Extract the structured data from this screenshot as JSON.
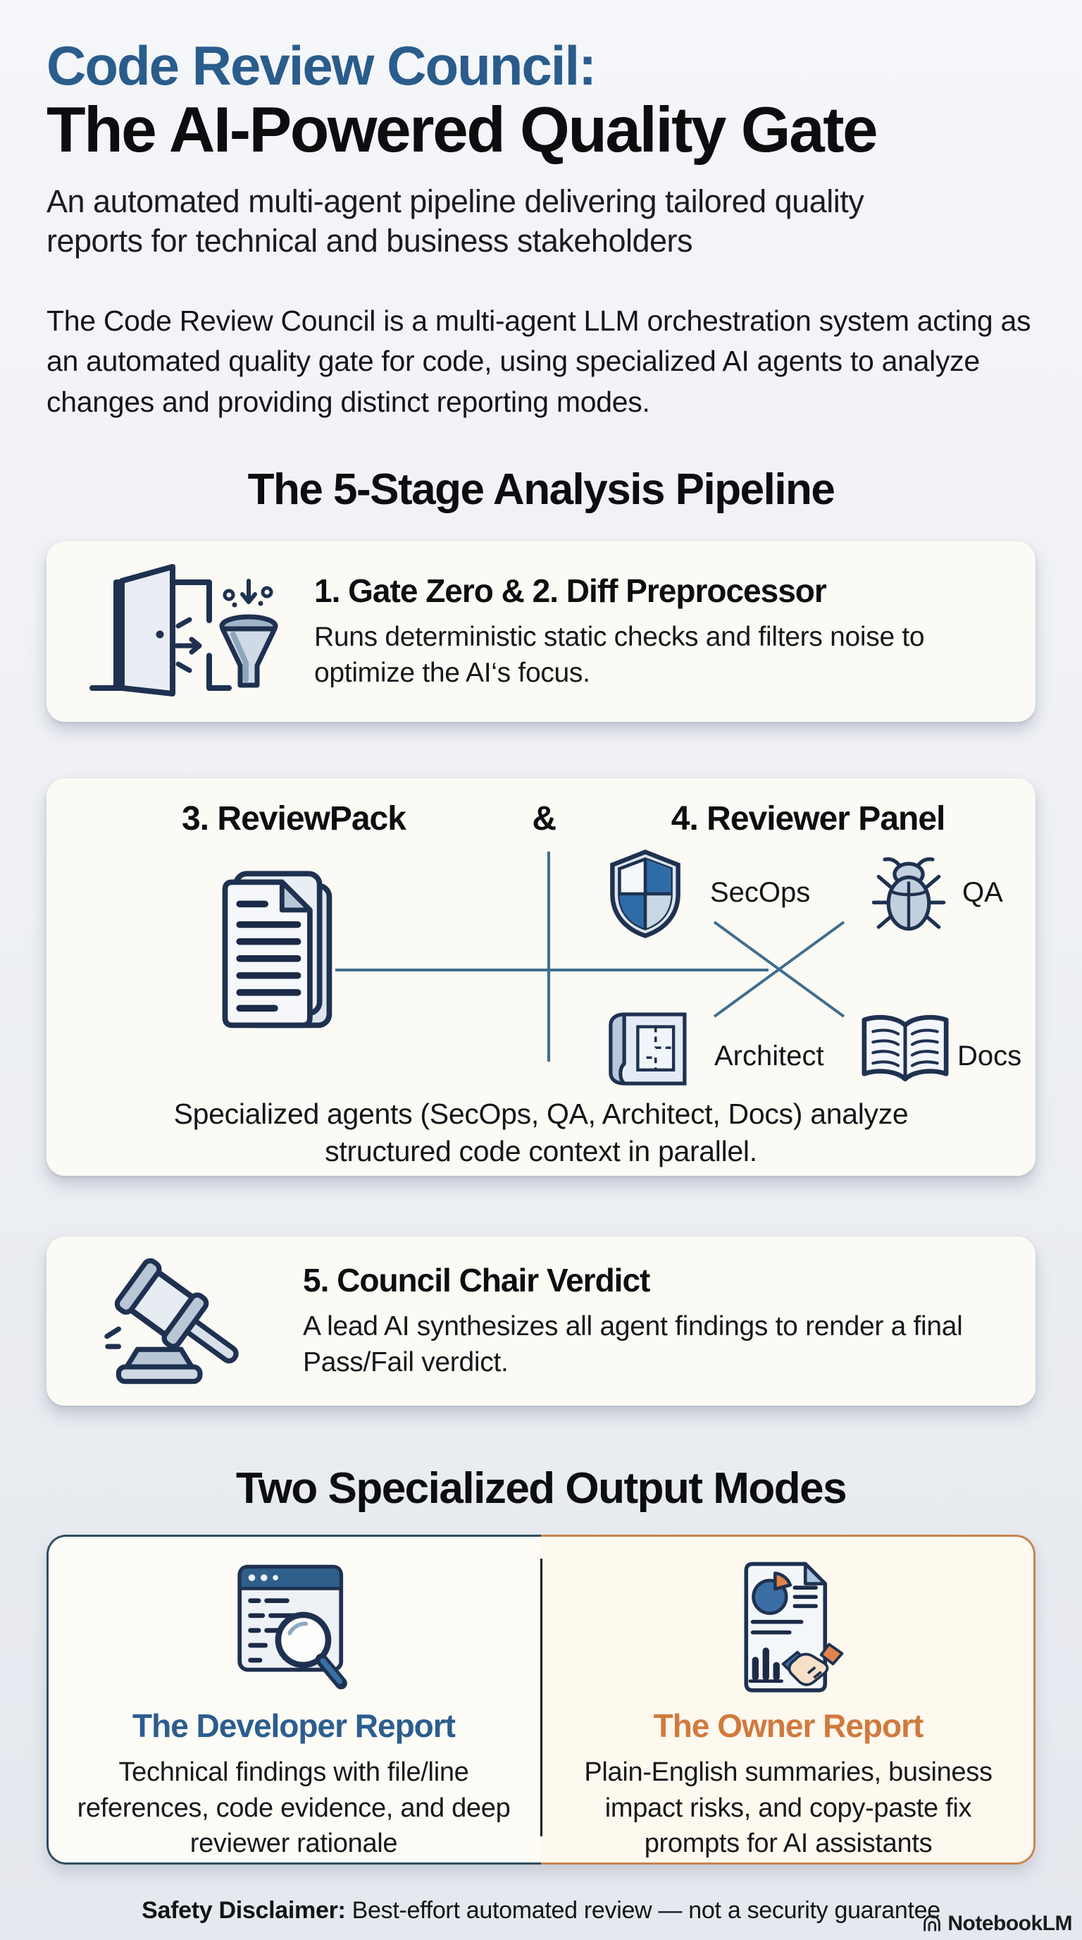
{
  "colors": {
    "title_blue": "#2a5c8c",
    "dev_blue": "#2c5d8e",
    "owner_orange": "#d07a3e",
    "dev_border": "#2d4f63",
    "owner_border": "#c8854f",
    "icon_navy": "#1f3150",
    "line_blue": "#3f6e8e"
  },
  "header": {
    "title_line1": "Code Review Council:",
    "title_line2": "The AI-Powered Quality Gate",
    "subtitle": "An automated multi-agent pipeline delivering tailored quality reports for technical and business stakeholders",
    "intro": "The Code Review Council is a multi-agent LLM orchestration system acting as an automated quality gate for code, using specialized AI agents to analyze changes and providing distinct reporting modes."
  },
  "pipeline": {
    "heading": "The 5-Stage Analysis Pipeline",
    "stage1": {
      "icon": "door-funnel-icon",
      "title": "1. Gate Zero & 2. Diff Preprocessor",
      "description": "Runs deterministic static checks and filters noise to optimize the AI‘s focus."
    },
    "stage34": {
      "title_left": "3. ReviewPack",
      "amp": "&",
      "title_right": "4. Reviewer Panel",
      "source_icon": "documents-icon",
      "agents": [
        {
          "label": "SecOps",
          "icon": "shield-icon"
        },
        {
          "label": "QA",
          "icon": "bug-icon"
        },
        {
          "label": "Architect",
          "icon": "blueprint-icon"
        },
        {
          "label": "Docs",
          "icon": "open-book-icon"
        }
      ],
      "caption": "Specialized agents (SecOps, QA, Architect, Docs) analyze structured code context in parallel."
    },
    "stage5": {
      "icon": "gavel-icon",
      "title": "5. Council Chair Verdict",
      "description": "A lead AI synthesizes all agent findings to render a final Pass/Fail verdict."
    }
  },
  "outputs": {
    "heading": "Two Specialized Output Modes",
    "developer": {
      "icon": "code-magnifier-icon",
      "title": "The Developer Report",
      "description": "Technical findings with file/line references, code evidence, and deep reviewer rationale"
    },
    "owner": {
      "icon": "business-report-handshake-icon",
      "title": "The Owner Report",
      "description": "Plain-English summaries, business impact risks, and copy-paste fix prompts for AI assistants"
    }
  },
  "footer": {
    "disclaimer_label": "Safety Disclaimer:",
    "disclaimer_text": " Best-effort automated review — not a security guarantee",
    "watermark": "NotebookLM"
  }
}
